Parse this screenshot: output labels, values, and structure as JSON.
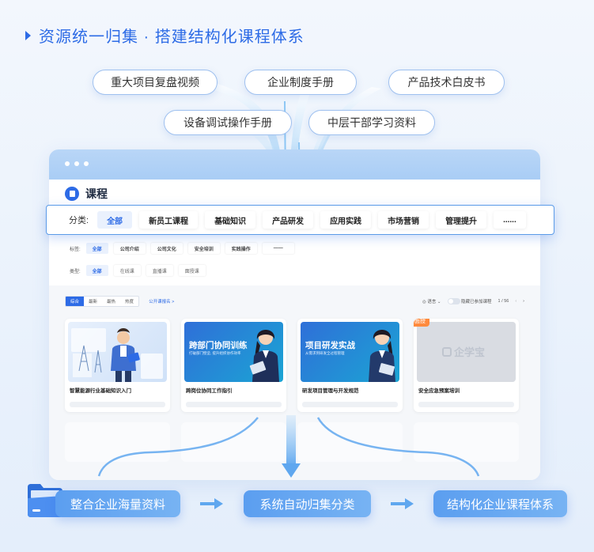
{
  "heading": "资源统一归集 · 搭建结构化课程体系",
  "sources": {
    "row1": [
      "重大项目复盘视频",
      "企业制度手册",
      "产品技术白皮书"
    ],
    "row2": [
      "设备调试操作手册",
      "中层干部学习资料"
    ]
  },
  "app": {
    "title": "课程",
    "category_label": "分类:",
    "categories": [
      "全部",
      "新员工课程",
      "基础知识",
      "产品研发",
      "应用实践",
      "市场营销",
      "管理提升"
    ],
    "categories_more": "......",
    "tag_label": "标签:",
    "tags": [
      "全部",
      "公司介绍",
      "公司文化",
      "安全培训",
      "实践操作",
      "——"
    ],
    "type_label": "类型:",
    "types": [
      "全部",
      "在线课",
      "直播课",
      "面授课"
    ],
    "sort_tabs": [
      "综合",
      "最新",
      "最热",
      "热度"
    ],
    "public_link": "公开课报名 >",
    "lang": "语言",
    "hide_joined": "隐藏已参加课程",
    "pager": "1 / 56",
    "courses": [
      {
        "title": "智慧能源行业基础知识入门",
        "thumb_title": "",
        "thumb_sub": "",
        "badge": ""
      },
      {
        "title": "跨岗位协同工作指引",
        "thumb_title": "跨部门协同训练",
        "thumb_sub": "打破部门壁垒, 提升组织协作效率",
        "badge": ""
      },
      {
        "title": "研发项目管理与开发规范",
        "thumb_title": "项目研发实战",
        "thumb_sub": "从需求到研发全过程管理",
        "badge": ""
      },
      {
        "title": "安全应急预案培训",
        "thumb_title": "",
        "thumb_sub": "",
        "badge": "面授",
        "watermark": "企学宝"
      }
    ]
  },
  "flow": [
    "整合企业海量资料",
    "系统自动归集分类",
    "结构化企业课程体系"
  ],
  "colors": {
    "accent": "#2d6be6",
    "pill_border": "#9ec0ef",
    "flow_pill": "#6aa8f2",
    "badge": "#ff8a3d"
  }
}
